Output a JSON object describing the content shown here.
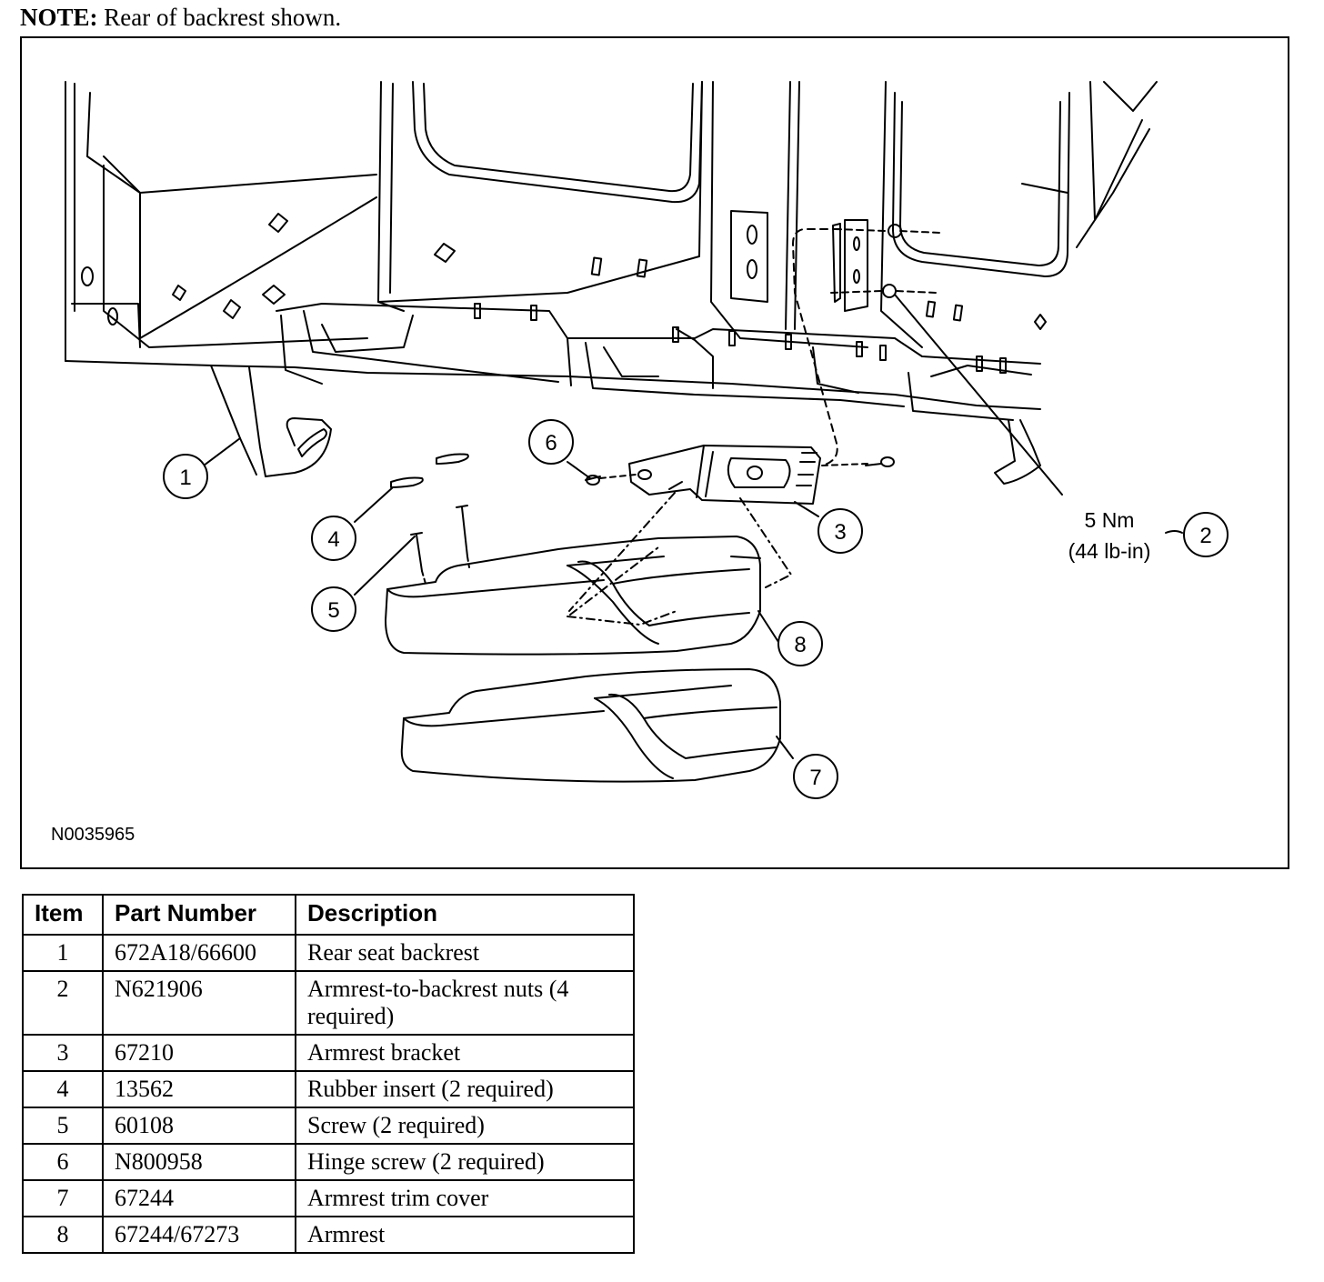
{
  "note": {
    "label": "NOTE:",
    "text": "Rear of backrest shown."
  },
  "figure": {
    "id": "N0035965",
    "torque": {
      "value": "5 Nm",
      "alt": "(44 lb-in)"
    },
    "callouts": [
      "1",
      "2",
      "3",
      "4",
      "5",
      "6",
      "7",
      "8"
    ]
  },
  "table": {
    "headers": {
      "item": "Item",
      "part": "Part Number",
      "desc": "Description"
    },
    "rows": [
      {
        "item": "1",
        "part": "672A18/66600",
        "desc": "Rear seat backrest"
      },
      {
        "item": "2",
        "part": "N621906",
        "desc": "Armrest-to-backrest nuts (4 required)"
      },
      {
        "item": "3",
        "part": "67210",
        "desc": "Armrest bracket"
      },
      {
        "item": "4",
        "part": "13562",
        "desc": "Rubber insert (2 required)"
      },
      {
        "item": "5",
        "part": "60108",
        "desc": "Screw (2 required)"
      },
      {
        "item": "6",
        "part": "N800958",
        "desc": "Hinge screw (2 required)"
      },
      {
        "item": "7",
        "part": "67244",
        "desc": "Armrest trim cover"
      },
      {
        "item": "8",
        "part": "67244/67273",
        "desc": "Armrest"
      }
    ]
  }
}
